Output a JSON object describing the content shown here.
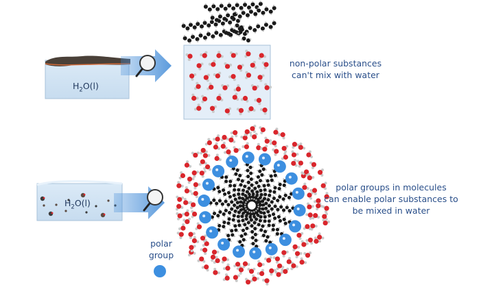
{
  "figure": {
    "top_beaker_label": {
      "main": "H",
      "sub": "2",
      "rest": "O(l)"
    },
    "bottom_beaker_label": {
      "main": "H",
      "sub": "2",
      "rest": "O(l)"
    },
    "caption_nonpolar_line1": "non-polar substances",
    "caption_nonpolar_line2": "can't mix with water",
    "caption_polar_line1": "polar groups in molecules",
    "caption_polar_line2": "can enable polar substances to",
    "caption_polar_line3": "be mixed in water",
    "legend_line1": "polar",
    "legend_line2": "group"
  },
  "colors": {
    "water_box": "#cfe2f3",
    "water_border": "#9bb8d3",
    "arrow": "#4a90d9",
    "oxygen": "#d9262c",
    "hydrogen": "#c9c9c9",
    "carbon_chain": "#1a1a1a",
    "polar_head": "#3d8fe0",
    "oil_layer": "#4a4038",
    "text": "#2a4f8a"
  },
  "icons": [
    "magnifier-icon",
    "arrow-right-icon"
  ]
}
